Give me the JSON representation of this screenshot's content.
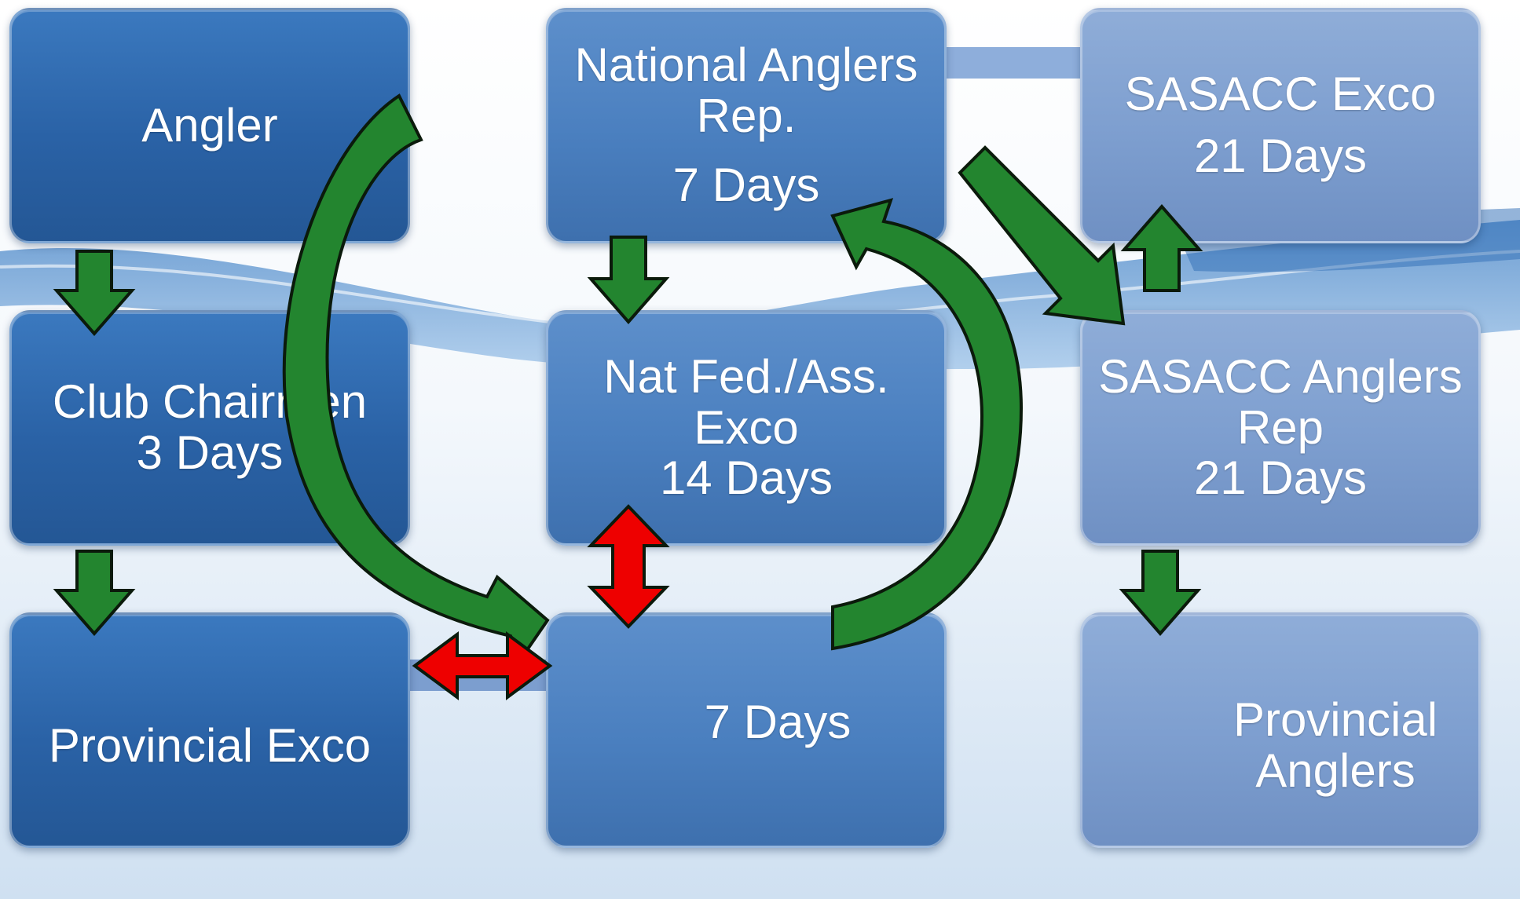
{
  "boxes": {
    "angler": {
      "lines": [
        "Angler"
      ]
    },
    "club_chairmen": {
      "lines": [
        "Club Chairmen",
        "3 Days"
      ]
    },
    "provincial_exco": {
      "lines": [
        "Provincial Exco"
      ]
    },
    "national_anglers_rep": {
      "lines": [
        "National Anglers",
        "Rep.",
        "7 Days"
      ]
    },
    "nat_fed_exco": {
      "lines": [
        "Nat Fed./Ass.",
        "Exco",
        "14 Days"
      ]
    },
    "seven_days": {
      "lines": [
        "7 Days"
      ]
    },
    "sasacc_exco": {
      "lines": [
        "SASACC Exco",
        "21 Days"
      ]
    },
    "sasacc_anglers_rep": {
      "lines": [
        "SASACC Anglers",
        "Rep",
        "21 Days"
      ]
    },
    "provincial_anglers": {
      "lines": [
        "Provincial",
        "Anglers"
      ]
    }
  },
  "colors": {
    "arrow_green": "#23852f",
    "arrow_red": "#ee0000",
    "box_dark": "#2a62a6",
    "box_mid": "#4a7fbf",
    "box_light": "#7d9ecf"
  }
}
